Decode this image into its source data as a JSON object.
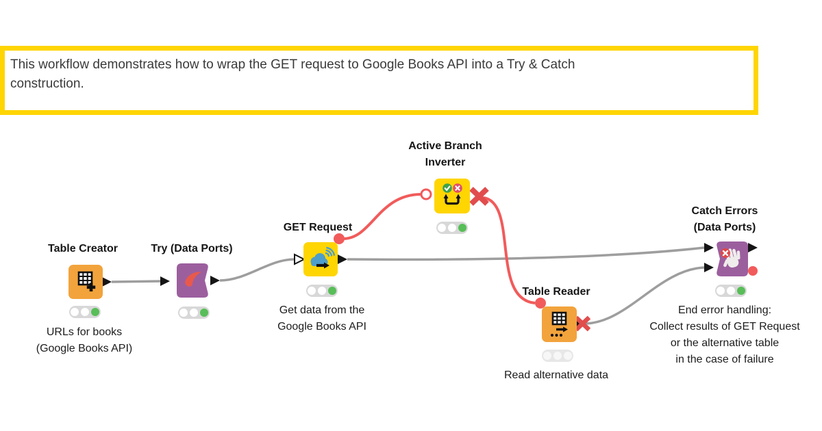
{
  "annotation": {
    "text": "This workflow demonstrates how to wrap the GET request to Google Books API into a Try & Catch\nconstruction.",
    "border_color": "#FFD502"
  },
  "colors": {
    "node_orange": "#F2A33C",
    "node_yellow": "#FFD502",
    "node_purple": "#9C5F9E",
    "connection_gray": "#9E9E9E",
    "connection_red": "#F15B5B",
    "flow_port_red": "#F15B5B",
    "traffic_light_green": "#58BE58",
    "inactive_x_red": "#E14D4D"
  },
  "nodes": {
    "table_creator": {
      "title": "Table Creator",
      "label": "URLs for books\n(Google Books API)",
      "light": "done",
      "type_color": "#F2A33C",
      "icon": "table-grid-plus-icon"
    },
    "try_node": {
      "title": "Try (Data Ports)",
      "label": "",
      "light": "done",
      "type_color": "#9C5F9E",
      "icon": "try-swoosh-icon"
    },
    "get_request": {
      "title": "GET Request",
      "label": "Get data from the\nGoogle Books API",
      "light": "done",
      "type_color": "#FFD502",
      "icon": "cloud-request-icon"
    },
    "active_branch_inverter": {
      "title": "Active Branch\nInverter",
      "label": "",
      "light": "done",
      "type_color": "#FFD502",
      "icon": "branch-invert-icon"
    },
    "table_reader": {
      "title": "Table Reader",
      "label": "Read alternative data",
      "light": "idle",
      "type_color": "#F2A33C",
      "icon": "table-read-icon"
    },
    "catch_errors": {
      "title": "Catch Errors\n(Data Ports)",
      "label": "End error handling:\nCollect results of GET Request\nor the alternative table\nin the case of failure",
      "light": "done",
      "type_color": "#9C5F9E",
      "icon": "catch-hand-icon"
    }
  }
}
